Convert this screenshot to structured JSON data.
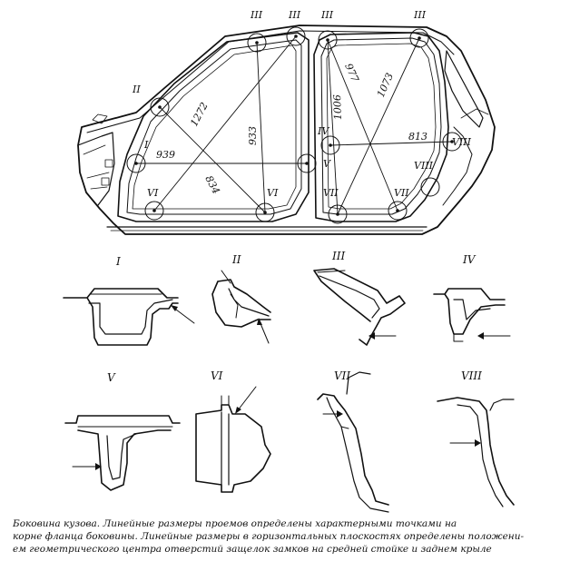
{
  "roman_labels": [
    "I",
    "II",
    "III",
    "IV",
    "V",
    "VI",
    "VII",
    "VIII"
  ],
  "dimensions": {
    "d939": "939",
    "d1272": "1272",
    "d933": "933",
    "d834": "834",
    "d1006": "1006",
    "d977": "977",
    "d1073": "1073",
    "d813": "813"
  },
  "caption": {
    "line1": "Боковина кузова. Линейные размеры проемов определены характерными точками на",
    "line2": "корне фланца боковины. Линейные размеры в горизонтальных плоскостях определены положени-",
    "line3": "ем геометрического центра отверстий защелок замков на средней стойке и заднем крыле"
  }
}
